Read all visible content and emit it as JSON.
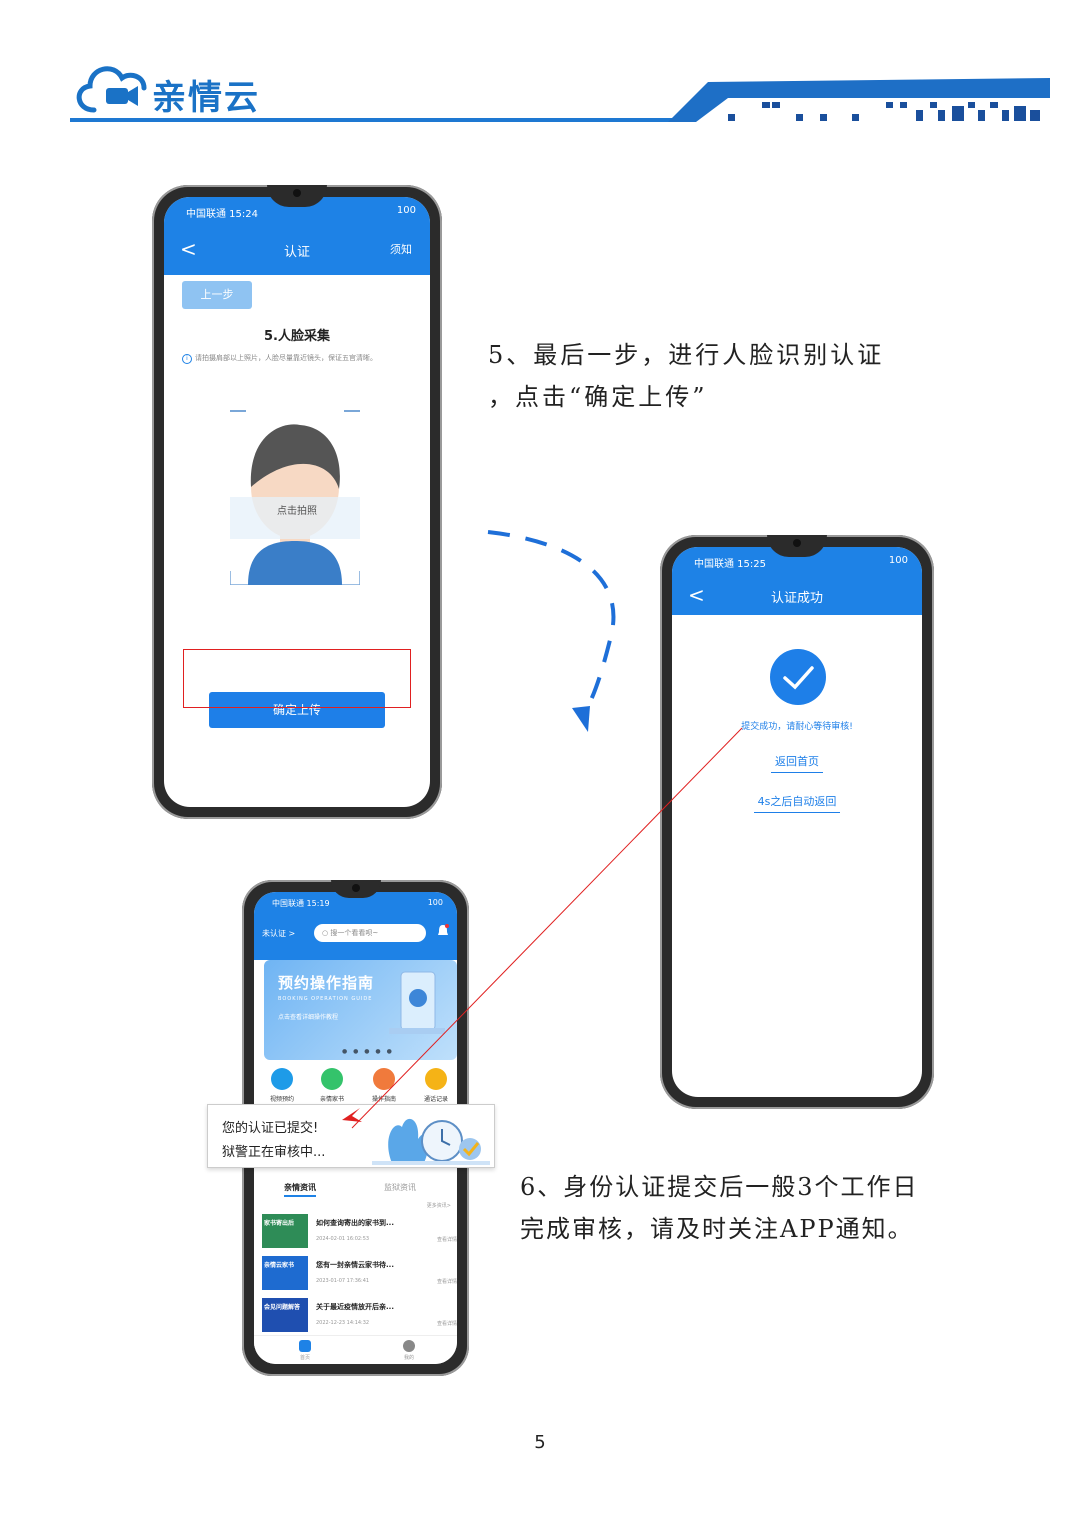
{
  "header": {
    "brand": "亲情云"
  },
  "step5": {
    "line1": "5、最后一步，进行人脸识别认证",
    "line2": "，点击“确定上传”"
  },
  "step6": {
    "line1": "6、身份认证提交后一般3个工作日",
    "line2": "完成审核，请及时关注APP通知。"
  },
  "page_number": "5",
  "phone1": {
    "status_time": "中国联通 15:24",
    "status_right": "100",
    "nav_back": "<",
    "nav_title": "认证",
    "nav_right": "须知",
    "prev_button": "上一步",
    "heading": "5.人脸采集",
    "hint": "请拍摄肩部以上照片，人脸尽量靠近镜头，保证五官清晰。",
    "tap_label": "点击拍照",
    "confirm_button": "确定上传"
  },
  "phone2": {
    "status_time": "中国联通 15:25",
    "status_right": "100",
    "nav_back": "<",
    "nav_title": "认证成功",
    "success_message": "提交成功，请耐心等待审核!",
    "home_button": "返回首页",
    "auto_return": "4s之后自动返回"
  },
  "phone3": {
    "status_time": "中国联通 15:19",
    "status_right": "100",
    "unverified": "未认证 >",
    "search_placeholder": "搜一个看看呗~",
    "banner_title": "预约操作指南",
    "banner_sub": "BOOKING OPERATION GUIDE",
    "banner_link": "点击查看详细操作教程",
    "icons": [
      "视频预约",
      "亲情家书",
      "操作指南",
      "通话记录"
    ],
    "tabs": [
      "亲情资讯",
      "监狱资讯"
    ],
    "more": "更多资讯>",
    "news": [
      {
        "thumb": "家书寄出后",
        "title": "如何查询寄出的家书到...",
        "date": "2024-02-01 16:02:53",
        "link": "查看详情"
      },
      {
        "thumb": "亲情云家书",
        "title": "您有一封亲情云家书待...",
        "date": "2023-01-07 17:36:41",
        "link": "查看详情"
      },
      {
        "thumb": "会见问题解答",
        "title": "关于最近疫情放开后亲...",
        "date": "2022-12-23 14:14:32",
        "link": "查看详情"
      }
    ],
    "tabbar": [
      "首页",
      "我的"
    ]
  },
  "popup": {
    "line1": "您的认证已提交!",
    "line2": "狱警正在审核中..."
  },
  "colors": {
    "brand_blue": "#1e82e6",
    "highlight_red": "#e02020"
  }
}
